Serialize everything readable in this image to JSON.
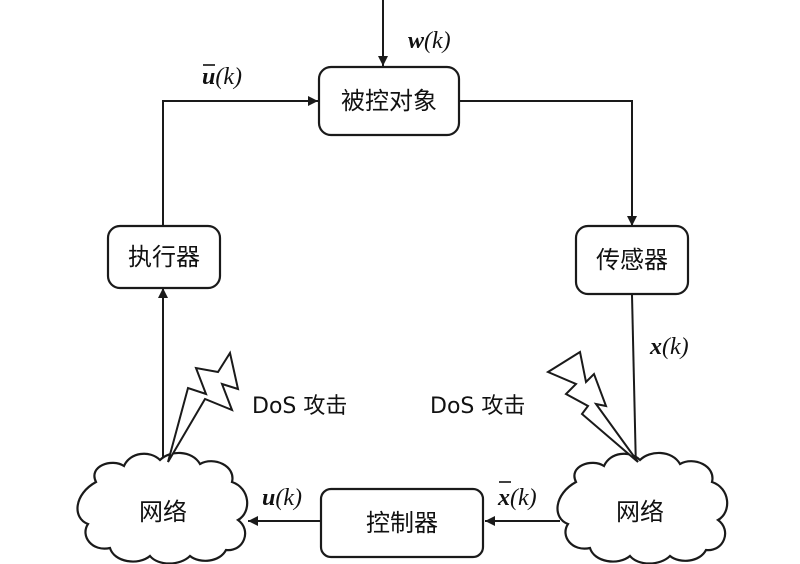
{
  "nodes": {
    "plant": "被控对象",
    "sensor": "传感器",
    "actuator": "执行器",
    "controller": "控制器",
    "network_left": "网络",
    "network_right": "网络"
  },
  "signals": {
    "disturbance": {
      "var": "w",
      "arg": "(k)"
    },
    "plant_input": {
      "var": "u",
      "arg": "(k)"
    },
    "state": {
      "var": "x",
      "arg": "(k)"
    },
    "state_received": {
      "var": "x",
      "arg": "(k)"
    },
    "control": {
      "var": "u",
      "arg": "(k)"
    }
  },
  "attacks": {
    "left": "DoS 攻击",
    "right": "DoS 攻击"
  }
}
